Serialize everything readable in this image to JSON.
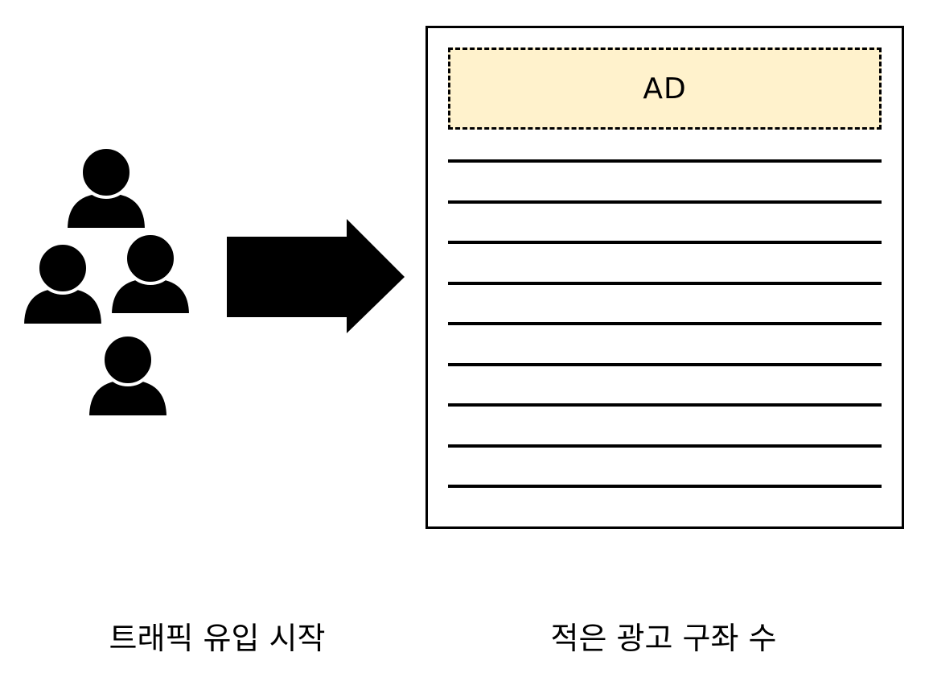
{
  "diagram": {
    "users_icon": "users-group-icon",
    "arrow_icon": "right-arrow-icon",
    "page": {
      "ad_label": "AD",
      "ad_fill": "#fff2cc",
      "content_line_count": 9
    },
    "captions": {
      "left": "트래픽 유입 시작",
      "right": "적은 광고 구좌 수"
    }
  }
}
